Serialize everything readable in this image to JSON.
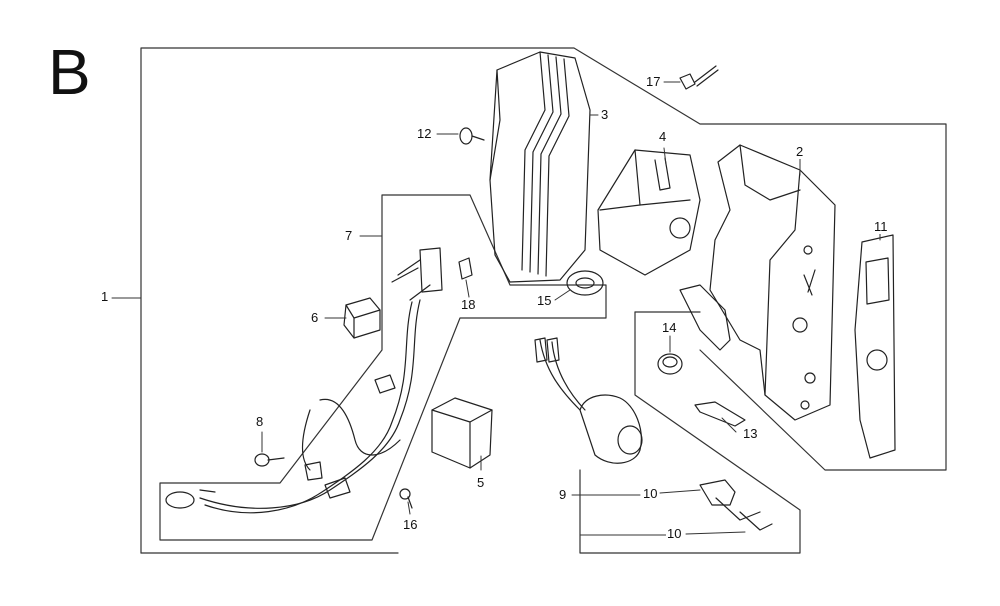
{
  "diagram": {
    "section_letter": "B",
    "callouts": {
      "c1": "1",
      "c2": "2",
      "c3": "3",
      "c4": "4",
      "c5": "5",
      "c6": "6",
      "c7": "7",
      "c8": "8",
      "c9": "9",
      "c10a": "10",
      "c10b": "10",
      "c11": "11",
      "c12": "12",
      "c13": "13",
      "c14": "14",
      "c15": "15",
      "c16": "16",
      "c17": "17",
      "c18": "18"
    }
  }
}
